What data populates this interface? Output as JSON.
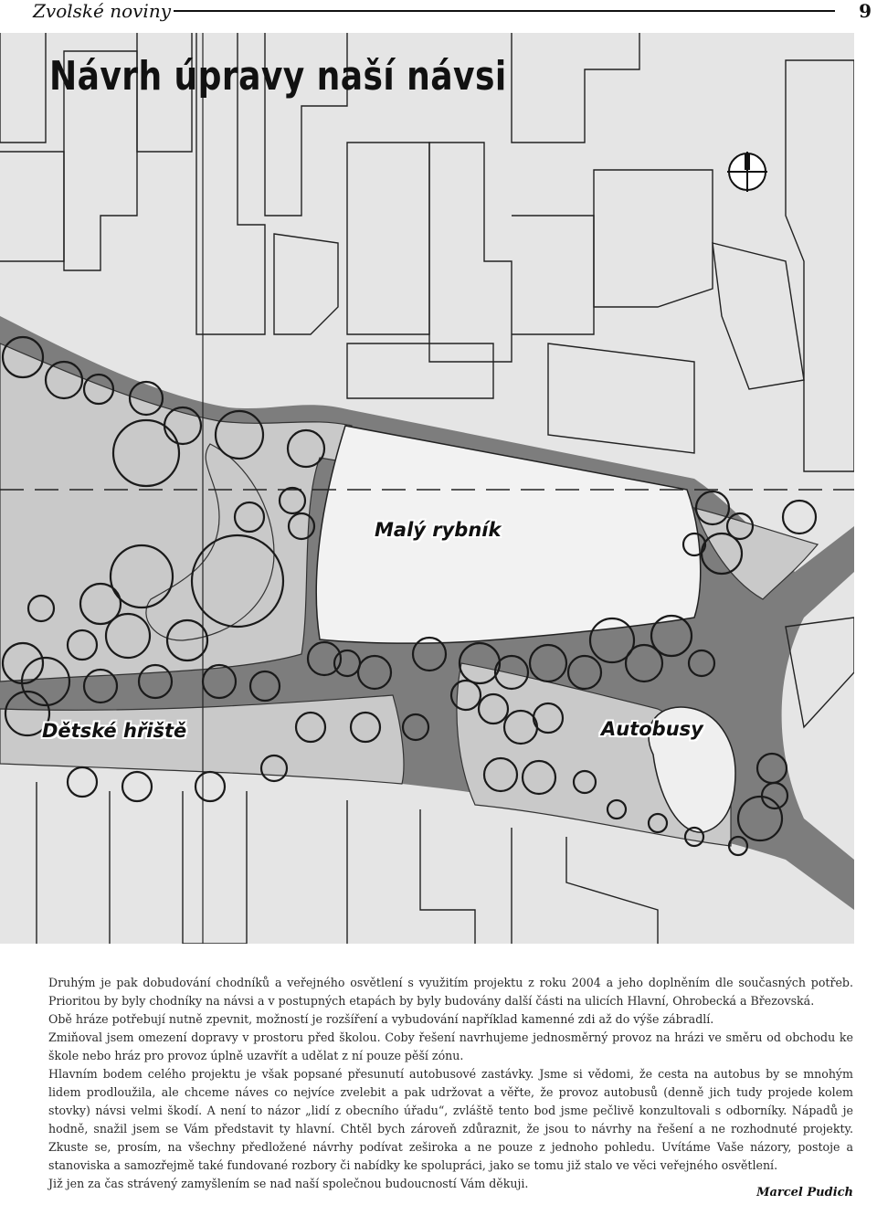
{
  "header": {
    "publication": "Zvolské noviny",
    "page_number": "9"
  },
  "plan": {
    "title": "Návrh úpravy naší návsi",
    "labels": {
      "pond": "Malý rybník",
      "playground": "Dětské hřiště",
      "bus": "Autobusy"
    },
    "north_arrow_icon": "north-arrow-icon"
  },
  "article": {
    "paragraphs": [
      "Druhým je pak dobudování chodníků a veřejného osvětlení s využitím projektu z roku 2004 a jeho doplněním dle současných potřeb. Prioritou by byly chodníky na návsi a v postupných etapách by byly budovány další části na ulicích Hlavní, Ohrobecká a Březovská.",
      "Obě hráze potřebují nutně zpevnit, možností je rozšíření a vybudování například kamenné zdi až do výše zábradlí.",
      "Zmiňoval jsem omezení dopravy v prostoru před školou. Coby řešení navrhujeme jednosměrný provoz na hrázi ve směru od obchodu ke škole nebo hráz pro provoz úplně uzavřít a udělat z ní pouze pěší zónu.",
      "Hlavním bodem celého projektu je však popsané přesunutí autobusové zastávky. Jsme si vědomi, že cesta na autobus by se mnohým lidem prodloužila, ale chceme náves co nejvíce zvelebit a pak udržovat a věřte, že provoz autobusů (denně jich tudy projede kolem stovky) návsi velmi škodí. A není to názor „lidí z obecního úřadu“, zvláště tento bod jsme pečlivě konzultovali s odborníky. Nápadů je hodně, snažil jsem se Vám představit ty hlavní. Chtěl bych zároveň zdůraznit, že jsou to návrhy na řešení a ne rozhodnuté projekty. Zkuste se, prosím, na všechny předložené návrhy podívat zeširoka a ne pouze z jednoho pohledu. Uvítáme Vaše názory, postoje a stanoviska a samozřejmě také fundované rozbory či nabídky ke spolupráci, jako se tomu již stalo ve věci veřejného osvětlení.",
      "Již jen za čas strávený zamyšlením se nad naší společnou budoucností Vám děkuji."
    ],
    "signature": "Marcel Pudich"
  }
}
